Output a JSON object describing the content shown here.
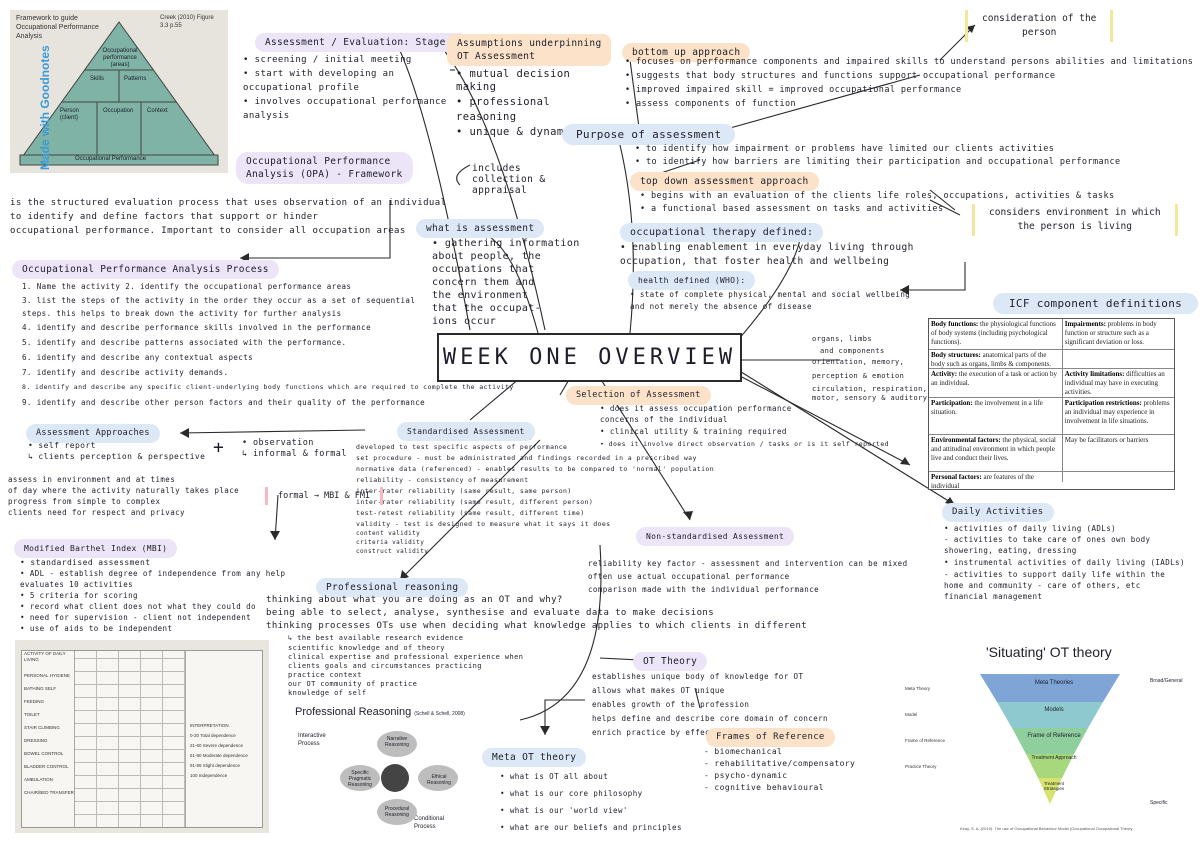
{
  "pyramid": {
    "title": "Framework to guide Occupational Performance Analysis",
    "citation": "Creek (2010) Figure 3.3 p.55",
    "watermark": "Made with Goodnotes",
    "top": "Occupational performance (areas)",
    "mid_left": "Skills",
    "mid_right": "Patterns",
    "bottom": [
      "Person (client)",
      "Occupation",
      "Context"
    ],
    "base": "Occupational Performance"
  },
  "assessment_eval": {
    "title": "Assessment / Evaluation: Stage 1",
    "items": [
      "• screening / initial meeting",
      "• start with developing an",
      "  occupational profile",
      "• involves occupational performance",
      "  analysis"
    ]
  },
  "opa": {
    "title_line1": "Occupational Performance",
    "title_line2": "Analysis (OPA) - Framework",
    "desc": [
      "is the structured evaluation process that uses observation of an individual",
      "to identify and define factors that support or hinder",
      "occupational performance. Important to consider all occupation areas"
    ]
  },
  "opa_process": {
    "title": "Occupational Performance Analysis Process",
    "steps": [
      "1. Name the activity            2. identify the occupational performance areas",
      "3. list the steps of the activity in the order they occur as a set of sequential",
      "   steps. this helps to break down the activity for further analysis",
      "4. identify and describe performance skills involved in the performance",
      "5. identify and describe patterns associated with the performance.",
      "6. identify and describe any contextual aspects",
      "7. identify and describe activity demands.",
      "8. identify and describe any specific client-underlying body functions which are required to complete the activity",
      "9. identify and describe other person factors and their quality of the performance"
    ]
  },
  "assumptions": {
    "title_line1": "Assumptions underpinning",
    "title_line2": "OT Assessment",
    "items": [
      "• mutual decision",
      "  making",
      "• professional",
      "  reasoning",
      "• unique & dynamic"
    ]
  },
  "purpose": {
    "title": "Purpose of assessment"
  },
  "bottom_up": {
    "title": "bottom up approach",
    "items": [
      "• focuses on performance components and impaired skills to understand persons abilities and limitations",
      "• suggests that body structures and functions support occupational performance",
      "• improved impaired skill = improved occupational performance",
      "• assess components of function"
    ]
  },
  "consideration": {
    "line1": "consideration of the",
    "line2": "person"
  },
  "purpose_items": [
    "• to identify how impairment or problems have limited our clients activities",
    "• to identify how barriers are limiting their participation and occupational performance"
  ],
  "top_down": {
    "title": "top down assessment approach",
    "items": [
      "• begins with an evaluation of the clients life roles, occupations, activities & tasks",
      "• a functional based assessment on tasks and activities"
    ]
  },
  "considers_env": {
    "line1": "considers environment in which",
    "line2": "the person is living"
  },
  "includes": {
    "text": [
      "includes",
      "collection &",
      "appraisal"
    ]
  },
  "what_is": {
    "title": "what is assessment",
    "items": [
      "• gathering information",
      "  about people, the",
      "  occupations that",
      "  concern them and",
      "  the environment",
      "  that the occupat-",
      "  ions occur"
    ]
  },
  "ot_defined": {
    "title": "occupational therapy defined:",
    "items": [
      "• enabling enablement in everyday living through",
      "  occupation, that foster health and wellbeing"
    ]
  },
  "health_defined": {
    "title": "health defined (WHO):",
    "items": [
      "• state of complete physical, mental and social wellbeing",
      "  and not merely the absence of disease"
    ]
  },
  "main_title": "WEEK ONE OVERVIEW",
  "icf_title": "ICF component definitions",
  "icf_side": [
    "organs, limbs",
    "and components",
    "orientation, memory,",
    "perception & emotion",
    "circulation, respiration,",
    "motor, sensory & auditory"
  ],
  "icf_table": [
    {
      "left_b": "Body functions:",
      "left": " the physiological functions of body systems (including psychological functions).",
      "right_b": "Impairments:",
      "right": " problems in body function or structure such as a significant deviation or loss."
    },
    {
      "left_b": "Body structures:",
      "left": " anatomical parts of the body such as organs, limbs & components.",
      "right_b": "",
      "right": ""
    },
    {
      "left_b": "Activity:",
      "left": " the execution of a task or action by an individual.",
      "right_b": "Activity limitations:",
      "right": " difficulties an individual may have in executing activities."
    },
    {
      "left_b": "Participation:",
      "left": " the involvement in a life situation.",
      "right_b": "Participation restrictions:",
      "right": " problems an individual may experience in involvement in life situations."
    },
    {
      "left_b": "Environmental factors:",
      "left": " the physical, social and attitudinal environment in which people live and conduct their lives.",
      "right_b": "",
      "right": "May be facilitators or barriers"
    },
    {
      "left_b": "Personal factors:",
      "left": " are features of the individual",
      "right_b": "",
      "right": ""
    }
  ],
  "selection": {
    "title": "Selection of Assessment",
    "items": [
      "• does it assess occupation performance",
      "  concerns of the individual",
      "• clinical utility & training required",
      "• does it involve direct observation / tasks or is it self reported"
    ]
  },
  "standardised": {
    "title": "Standardised Assessment",
    "items": [
      "developed to test specific aspects of performance",
      "set procedure - must be administrated and findings recorded in a prescribed way",
      "normative data (referenced) - enables results to be compared to 'normal' population",
      "reliability - consistency of measurement",
      "      inter-rater reliability (same result, same person)",
      "      inter-rater reliability (same result, different person)",
      "      test-retest reliability (same result, different time)",
      "validity - test is designed to measure what it says it does",
      "      content validity",
      "      criteria validity",
      "      construct validity"
    ]
  },
  "approaches": {
    "title": "Assessment Approaches",
    "items": [
      "• self report",
      "  ↳ clients perception & perspective",
      "• observation",
      "  ↳ informal & formal"
    ],
    "plus": "+"
  },
  "environment_note": [
    "assess in environment and at times",
    "of day where the activity naturally takes place",
    "progress from simple to complex",
    "clients need for respect and privacy"
  ],
  "formal": "formal → MBI & FMI",
  "mbi": {
    "title": "Modified Barthel Index (MBI)",
    "items": [
      "• standardised assessment",
      "• ADL - establish degree of independence from any help",
      "  evaluates 10 activities",
      "• 5 criteria for scoring",
      "• record what client does not what they could do",
      "• need for supervision - client not independent",
      "• use of aids to be independent"
    ]
  },
  "daily": {
    "title": "Daily Activities",
    "items": [
      "• activities of daily living (ADLs)",
      "   - activities to take care of ones own body",
      "     showering, eating, dressing",
      "• instrumental activities of daily living (IADLs)",
      "   - activities to support daily life within the",
      "     home and community - care of others, etc",
      "     financial management"
    ]
  },
  "non_std": {
    "title": "Non-standardised Assessment",
    "items": [
      "reliability key factor - assessment and intervention can be mixed",
      "often use actual occupational performance",
      "comparison made with the individual performance"
    ]
  },
  "prof_reasoning": {
    "title": "Professional reasoning",
    "items": [
      "thinking about what you are doing as an OT and why?",
      "being able to select, analyse, synthesise and evaluate data to make decisions",
      "thinking processes OTs use when deciding what knowledge applies to which clients in different",
      "↳ the best available research evidence",
      "  scientific knowledge and of theory",
      "  clinical expertise and professional experience when",
      "  clients goals and circumstances          practicing",
      "  practice context",
      "  our OT community of practice",
      "  knowledge of self"
    ]
  },
  "pr_figure": {
    "title": "Professional Reasoning",
    "citation": "(Schell & Schell, 2008)",
    "interactive": "Interactive Process",
    "conditional": "Conditional Process",
    "nodes": [
      "Narrative Reasoning",
      "Specific Pragmatic Reasoning",
      "Ethical Reasoning",
      "Procedural Reasoning"
    ]
  },
  "ot_theory": {
    "title": "OT Theory",
    "items": [
      "establishes unique body of knowledge for OT",
      "allows what makes OT unique",
      "enables growth of the profession",
      "helps define and describe core domain of concern",
      "enrich practice by effectiveness"
    ]
  },
  "meta": {
    "title": "Meta OT theory",
    "items": [
      "• what is OT all about",
      "• what is our core philosophy",
      "• what is our 'world view'",
      "• what are our beliefs and principles"
    ]
  },
  "frames": {
    "title": "Frames of Reference",
    "items": [
      "- biomechanical",
      "- rehabilitative/compensatory",
      "- psycho-dynamic",
      "- cognitive behavioural"
    ]
  },
  "situating": {
    "title": "'Situating' OT theory",
    "levels": [
      "Meta Theories",
      "Models",
      "Frame of Reference",
      "Treatment Approach",
      "Treatment Strategies"
    ],
    "left": [
      "Meta Theory",
      "Model",
      "Frame of Reference",
      "Practice Theory"
    ],
    "top_right": "Broad/General",
    "bottom_right": "Specific",
    "citation": "Keay, S. A. (2019). The use of Occupational Behaviour Model (Occupational Occupational Theory"
  },
  "mbi_form": {
    "header": "ACTIVITY OF DAILY LIVING",
    "rows": [
      "PERSONAL HYGIENE",
      "BATHING SELF",
      "FEEDING",
      "TOILET",
      "STAIR CLIMBING",
      "DRESSING",
      "BOWEL CONTROL",
      "BLADDER CONTROL",
      "AMBULATION",
      "CHAIR/BED TRANSFER"
    ],
    "scores": [
      [
        "0-20",
        "Total dependence"
      ],
      [
        "21-60",
        "Severe dependence"
      ],
      [
        "61-90",
        "Moderate dependence"
      ],
      [
        "91-99",
        "Slight dependence"
      ],
      [
        "100",
        "Independence"
      ]
    ],
    "interp": "INTERPRETATION"
  }
}
